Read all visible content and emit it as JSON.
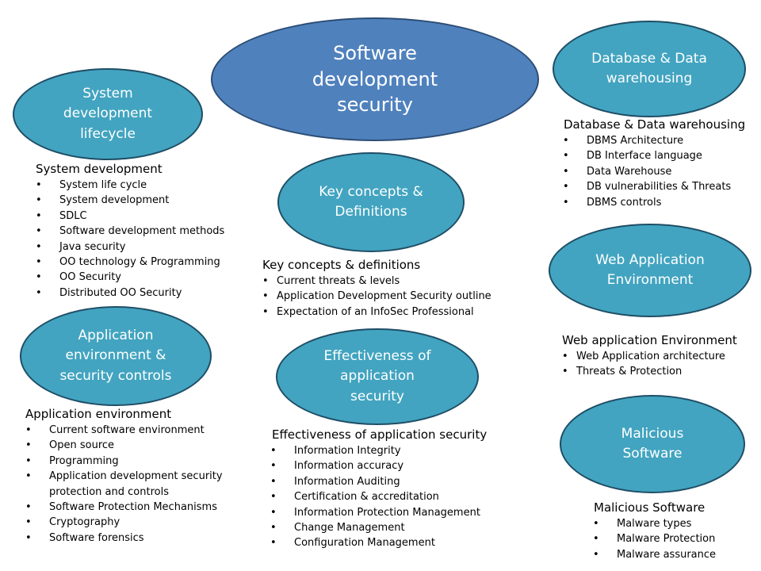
{
  "ellipses": {
    "main": "Software\ndevelopment\nsecurity",
    "sdlc": "System\ndevelopment\nlifecycle",
    "database": "Database & Data\nwarehousing",
    "key_concepts": "Key concepts &\nDefinitions",
    "web_app": "Web Application\nEnvironment",
    "app_env": "Application\nenvironment &\nsecurity controls",
    "effectiveness": "Effectiveness   of\napplication\nsecurity",
    "malicious": "Malicious\nSoftware"
  },
  "lists": {
    "system_development": {
      "title": "System development",
      "items": [
        "System life cycle",
        "System development",
        "SDLC",
        "Software development methods",
        "Java security",
        "OO technology & Programming",
        "OO Security",
        "Distributed OO Security"
      ]
    },
    "database": {
      "title": "Database & Data warehousing",
      "items": [
        "DBMS Architecture",
        "DB Interface language",
        "Data Warehouse",
        "DB vulnerabilities & Threats",
        "DBMS controls"
      ]
    },
    "key_concepts": {
      "title": "Key concepts & definitions",
      "items": [
        "Current threats & levels",
        "Application Development Security outline",
        "Expectation of an InfoSec Professional"
      ]
    },
    "web_app": {
      "title": "Web application Environment",
      "items": [
        "Web Application architecture",
        "Threats & Protection"
      ]
    },
    "app_env": {
      "title": "Application environment",
      "items": [
        "Current software environment",
        "Open source",
        "Programming",
        "Application development security\nprotection and controls",
        "Software Protection Mechanisms",
        "Cryptography",
        "Software forensics"
      ]
    },
    "effectiveness": {
      "title": "Effectiveness  of application security",
      "items": [
        "Information  Integrity",
        "Information accuracy",
        "Information  Auditing",
        "Certification & accreditation",
        "Information Protection Management",
        "Change Management",
        "Configuration Management"
      ]
    },
    "malicious": {
      "title": "Malicious Software",
      "items": [
        "Malware types",
        "Malware Protection",
        "Malware assurance"
      ]
    }
  }
}
